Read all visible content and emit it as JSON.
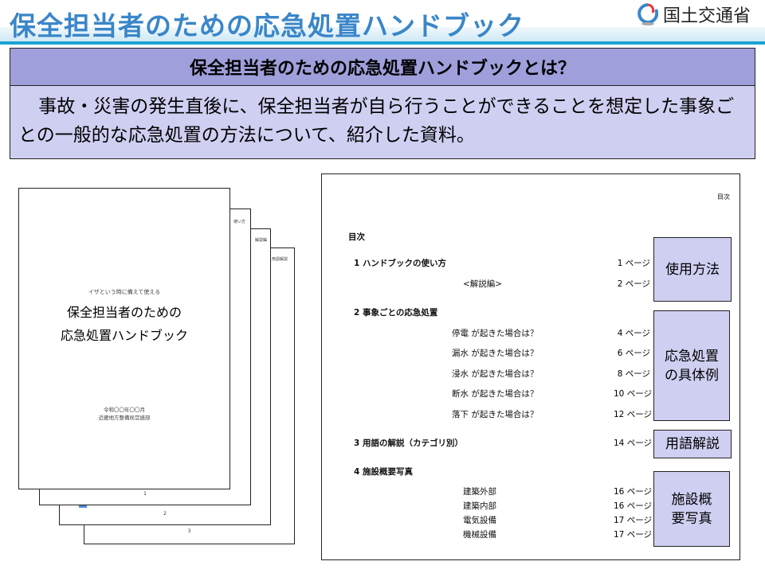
{
  "header": {
    "title": "保全担当者のための応急処置ハンドブック",
    "logo_text": "国土交通省"
  },
  "intro": {
    "heading": "保全担当者のための応急処置ハンドブックとは？",
    "body": "事故・災害の発生直後に、保全担当者が自ら行うことができることを想定した事象ごとの一般的な応急処置の方法について、紹介した資料。"
  },
  "cover": {
    "subtitle": "イザという時に備えて使える",
    "title_line1": "保全担当者のための",
    "title_line2": "応急処置ハンドブック",
    "date": "令和〇〇年〇〇月",
    "org": "近畿地方整備局営繕部",
    "page1": "1",
    "page2": "2",
    "page3": "3",
    "tab1": "使い方",
    "tab2": "解説編",
    "tab3": "用語解説"
  },
  "toc": {
    "header": "目次",
    "title": "目次",
    "page_suffix": "ページ",
    "rows": [
      {
        "text": "1 ハンドブックの使い方",
        "page": "1 ページ",
        "bold": true
      },
      {
        "text": "<解説編>",
        "page": "2 ページ"
      },
      {
        "text": "2 事象ごとの応急処置",
        "page": "",
        "bold": true
      },
      {
        "text": "停電 が起きた場合は？",
        "page": "4 ページ"
      },
      {
        "text": "漏水 が起きた場合は？",
        "page": "6 ページ"
      },
      {
        "text": "浸水 が起きた場合は？",
        "page": "8 ページ"
      },
      {
        "text": "断水 が起きた場合は？",
        "page": "10 ページ"
      },
      {
        "text": "落下 が起きた場合は？",
        "page": "12 ページ"
      },
      {
        "text": "3 用語の解説（カテゴリ別）",
        "page": "14 ページ",
        "bold": true
      },
      {
        "text": "4 施設概要写真",
        "page": "",
        "bold": true
      },
      {
        "text": "建築外部",
        "page": "16 ページ"
      },
      {
        "text": "建築内部",
        "page": "16 ページ"
      },
      {
        "text": "電気設備",
        "page": "17 ページ"
      },
      {
        "text": "機械設備",
        "page": "17 ページ"
      }
    ]
  },
  "labels": [
    "使用方法",
    "応急処置の具体例",
    "用語解説",
    "施設概要写真"
  ]
}
